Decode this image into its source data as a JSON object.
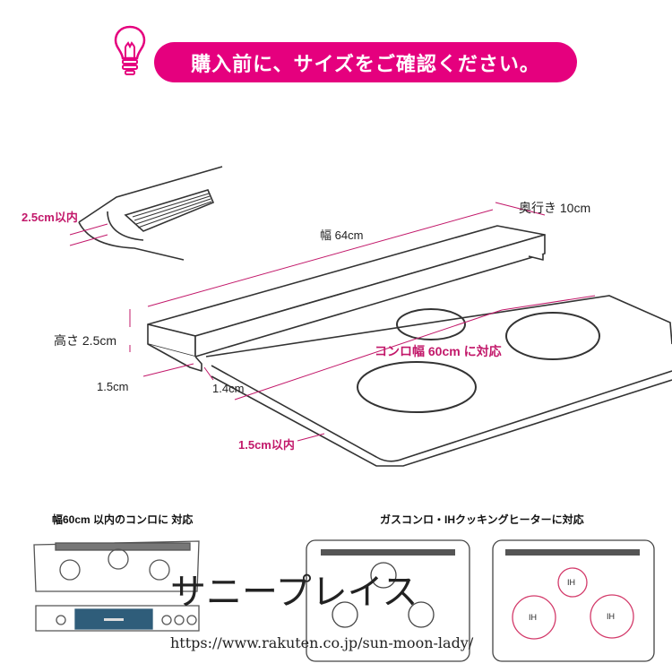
{
  "banner": {
    "text": "購入前に、サイズをご確認ください。",
    "color": "#e5007e"
  },
  "icons": {
    "tip": "lightbulb-icon"
  },
  "dimensions": {
    "back_gap": "2.5cm以内",
    "width": "幅 64cm",
    "depth": "奥行き 10cm",
    "height": "高さ 2.5cm",
    "leg_width": "1.5cm",
    "leg_gap": "1.4cm",
    "stove_width": "コンロ幅 60cm に対応",
    "front_gap": "1.5cm以内"
  },
  "captions": {
    "left": "幅60cm 以内のコンロに 対応",
    "right": "ガスコンロ・IHクッキングヒーターに対応"
  },
  "ih_labels": [
    "IH",
    "IH",
    "IH"
  ],
  "watermark": {
    "name": "サニープレイス",
    "url": "https://www.rakuten.co.jp/sun-moon-lady/"
  }
}
